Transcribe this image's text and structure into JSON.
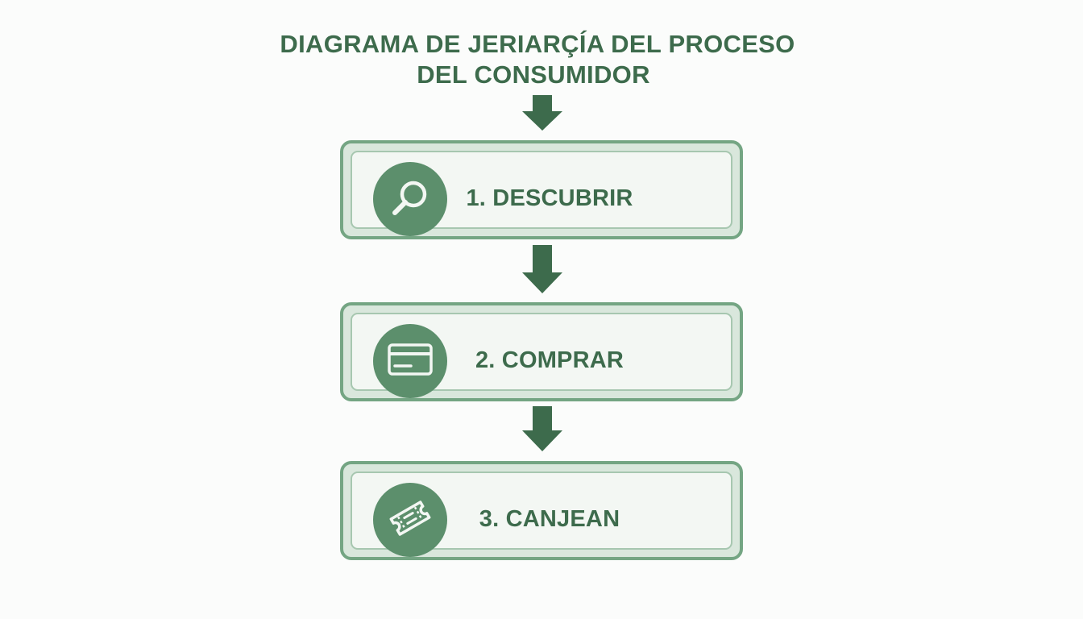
{
  "title": {
    "line1": "DIAGRAMA DE JERIARÇÍA DEL PROCESO",
    "line2": "DEL CONSUMIDOR"
  },
  "steps": [
    {
      "label": "1. DESCUBRIR",
      "icon": "search-icon"
    },
    {
      "label": "2. COMPRAR",
      "icon": "credit-card-icon"
    },
    {
      "label": "3. CANJEAN",
      "icon": "ticket-icon"
    }
  ],
  "colors": {
    "primary": "#3d6b4c",
    "icon_circle": "#5c8f6c",
    "box_border": "#74a583",
    "box_fill": "#f3f7f3",
    "background": "#fbfcfb"
  }
}
